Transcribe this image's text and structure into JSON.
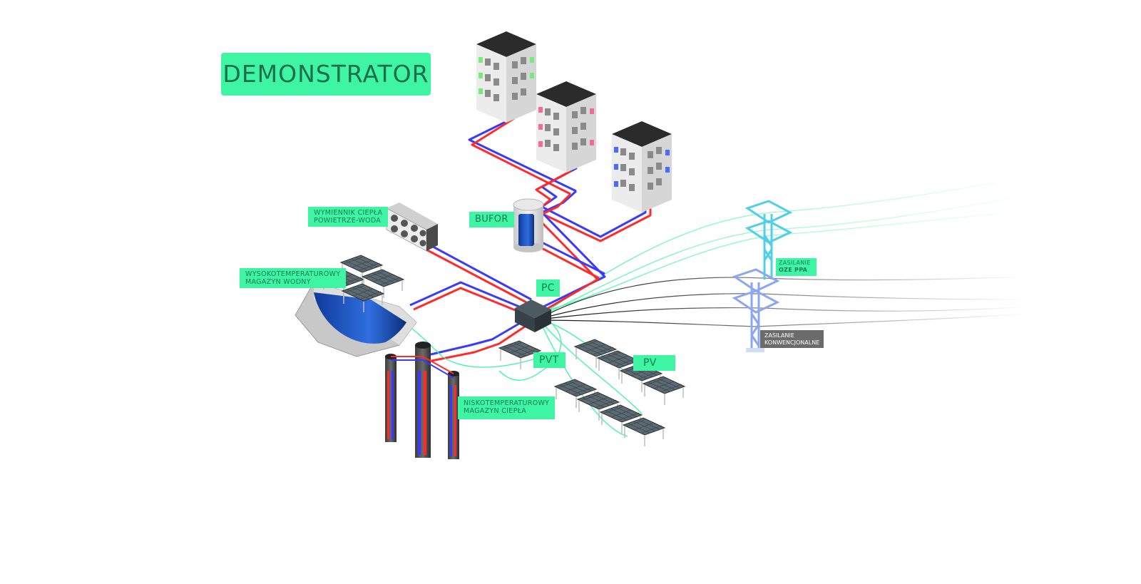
{
  "title": "DEMONSTRATOR",
  "labels": {
    "exchanger_line1": "WYMIENNIK CIEPŁA",
    "exchanger_line2": "POWIETRZE-WODA",
    "buffer": "BUFOR",
    "high_temp_line1": "WYSOKOTEMPERATUROWY",
    "high_temp_line2": "MAGAZYN WODNY",
    "heat_pump": "PC",
    "pvt": "PVT",
    "pv": "PV",
    "low_temp_line1": "NISKOTEMPERATUROWY",
    "low_temp_line2": "MAGAZYN CIEPŁA",
    "ppa_line1": "ZASILANIE",
    "ppa_line2": "OZE PPA",
    "conv_line1": "ZASILANIE",
    "conv_line2": "KONWENCJONALNE"
  },
  "colors": {
    "accent_green": "#3df5a3",
    "label_text": "#1c7a55",
    "hot_pipe": "#ff2a2a",
    "cold_pipe": "#3a3aff",
    "green_cable": "#3df5a3",
    "black_cable": "#222222",
    "ppa_tower": "#4fd0e6",
    "conv_tower": "#8ea6f0",
    "building_accent_1": "#7bea7b",
    "building_accent_2": "#f06b9a",
    "building_accent_3": "#4a6bff"
  },
  "icons": [
    "building-icon",
    "air-water-heat-exchanger-icon",
    "buffer-tank-icon",
    "heat-pump-icon",
    "solar-panel-icon",
    "power-tower-icon",
    "borehole-icon",
    "water-storage-icon"
  ]
}
